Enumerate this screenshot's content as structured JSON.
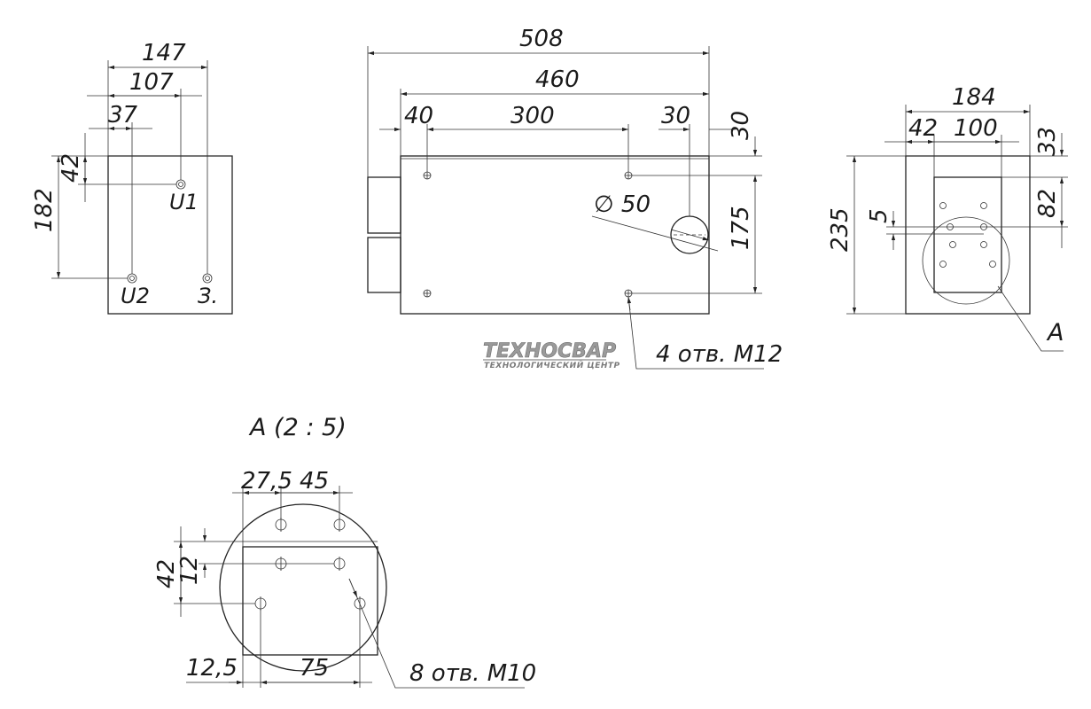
{
  "left_view": {
    "dims": {
      "width_total": "147",
      "u1_offset": "107",
      "u2_offset": "37",
      "top_offset": "42",
      "height": "182"
    },
    "labels": {
      "u1": "U1",
      "u2": "U2",
      "ground": "З."
    }
  },
  "front_view": {
    "dims": {
      "overall": "508",
      "body": "460",
      "hole_left": "40",
      "hole_span": "300",
      "hole_right": "30",
      "top_offset": "30",
      "vertical": "175",
      "diameter": "∅ 50"
    },
    "callout": "4 отв. М12"
  },
  "right_view": {
    "dims": {
      "width": "184",
      "left": "42",
      "span": "100",
      "top": "33",
      "inner": "82",
      "small": "5",
      "height": "235"
    },
    "view_letter": "A"
  },
  "logo": {
    "name": "ТЕХНОСВАР",
    "tagline": "ТЕХНОЛОГИЧЕСКИЙ ЦЕНТР"
  },
  "detail_view": {
    "title": "А (2 : 5)",
    "dims": {
      "left": "27,5",
      "span_top": "45",
      "outer": "42",
      "inner": "12",
      "left_bottom": "12,5",
      "span_bottom": "75"
    },
    "callout": "8 отв. М10"
  }
}
